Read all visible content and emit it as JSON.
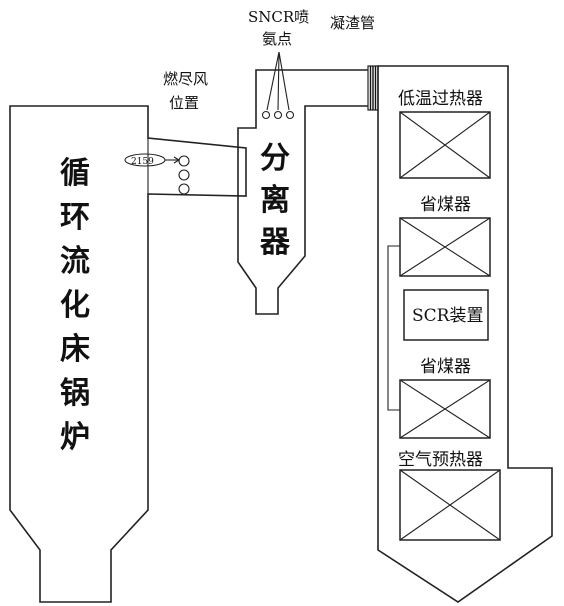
{
  "labels": {
    "boiler": [
      "循",
      "环",
      "流",
      "化",
      "床",
      "锅",
      "炉"
    ],
    "separator": [
      "分",
      "离",
      "器"
    ],
    "sncr_line1": "SNCR喷",
    "sncr_line2": "氨点",
    "burnout_line1": "燃尽风",
    "burnout_line2": "位置",
    "slag_tube": "凝渣管",
    "low_temp_superheater": "低温过热器",
    "economizer_upper": "省煤器",
    "scr": "SCR装置",
    "economizer_lower": "省煤器",
    "air_preheater": "空气预热器",
    "nozzle_text": "2159"
  }
}
